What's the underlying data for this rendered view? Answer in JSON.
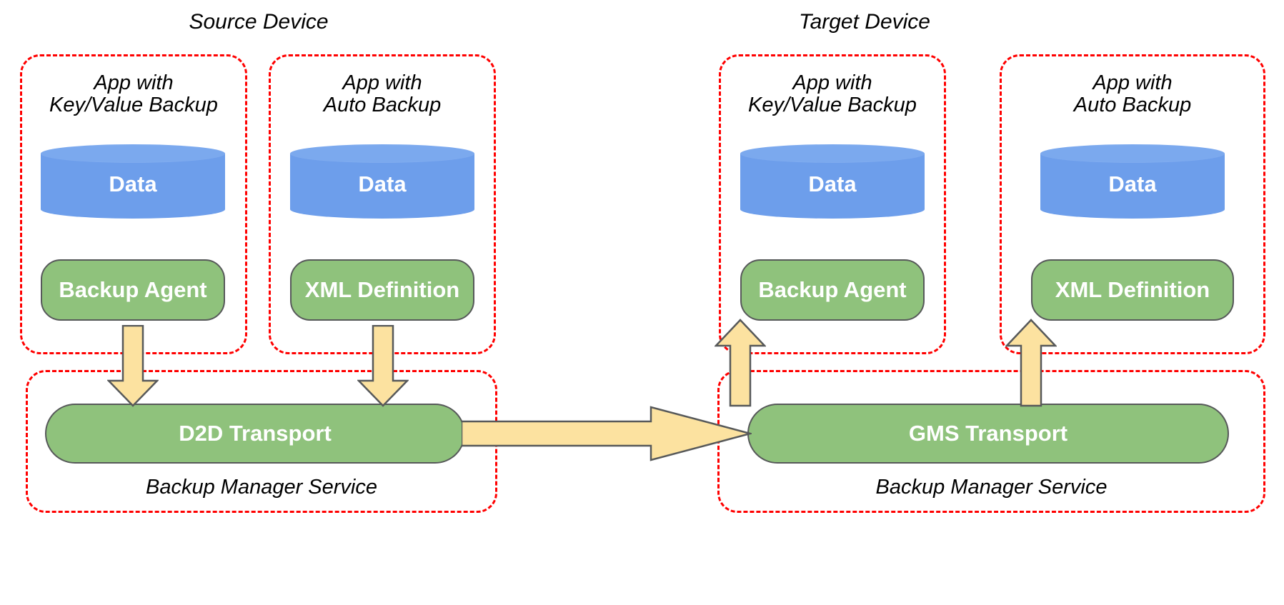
{
  "colors": {
    "dashed_border": "#ff0000",
    "cylinder_fill": "#6d9eeb",
    "green_fill": "#8fc27c",
    "arrow_fill": "#fce2a0",
    "shape_stroke": "#57595a",
    "background": "#ffffff",
    "text_dark": "#000000",
    "text_light": "#ffffff"
  },
  "devices": {
    "source": {
      "title": "Source Device",
      "apps": [
        {
          "label": "App with\nKey/Value Backup",
          "data_label": "Data",
          "component_label": "Backup Agent"
        },
        {
          "label": "App with\nAuto Backup",
          "data_label": "Data",
          "component_label": "XML Definition"
        }
      ],
      "service": {
        "transport_label": "D2D Transport",
        "service_label": "Backup Manager Service"
      }
    },
    "target": {
      "title": "Target Device",
      "apps": [
        {
          "label": "App with\nKey/Value Backup",
          "data_label": "Data",
          "component_label": "Backup Agent"
        },
        {
          "label": "App with\nAuto Backup",
          "data_label": "Data",
          "component_label": "XML Definition"
        }
      ],
      "service": {
        "transport_label": "GMS Transport",
        "service_label": "Backup Manager Service"
      }
    }
  },
  "flows": [
    {
      "name": "source-kv-agent-to-d2d",
      "direction": "down"
    },
    {
      "name": "source-auto-xml-to-d2d",
      "direction": "down"
    },
    {
      "name": "d2d-to-gms",
      "direction": "right"
    },
    {
      "name": "gms-to-target-kv-agent",
      "direction": "up"
    },
    {
      "name": "gms-to-target-auto-xml",
      "direction": "up"
    }
  ]
}
